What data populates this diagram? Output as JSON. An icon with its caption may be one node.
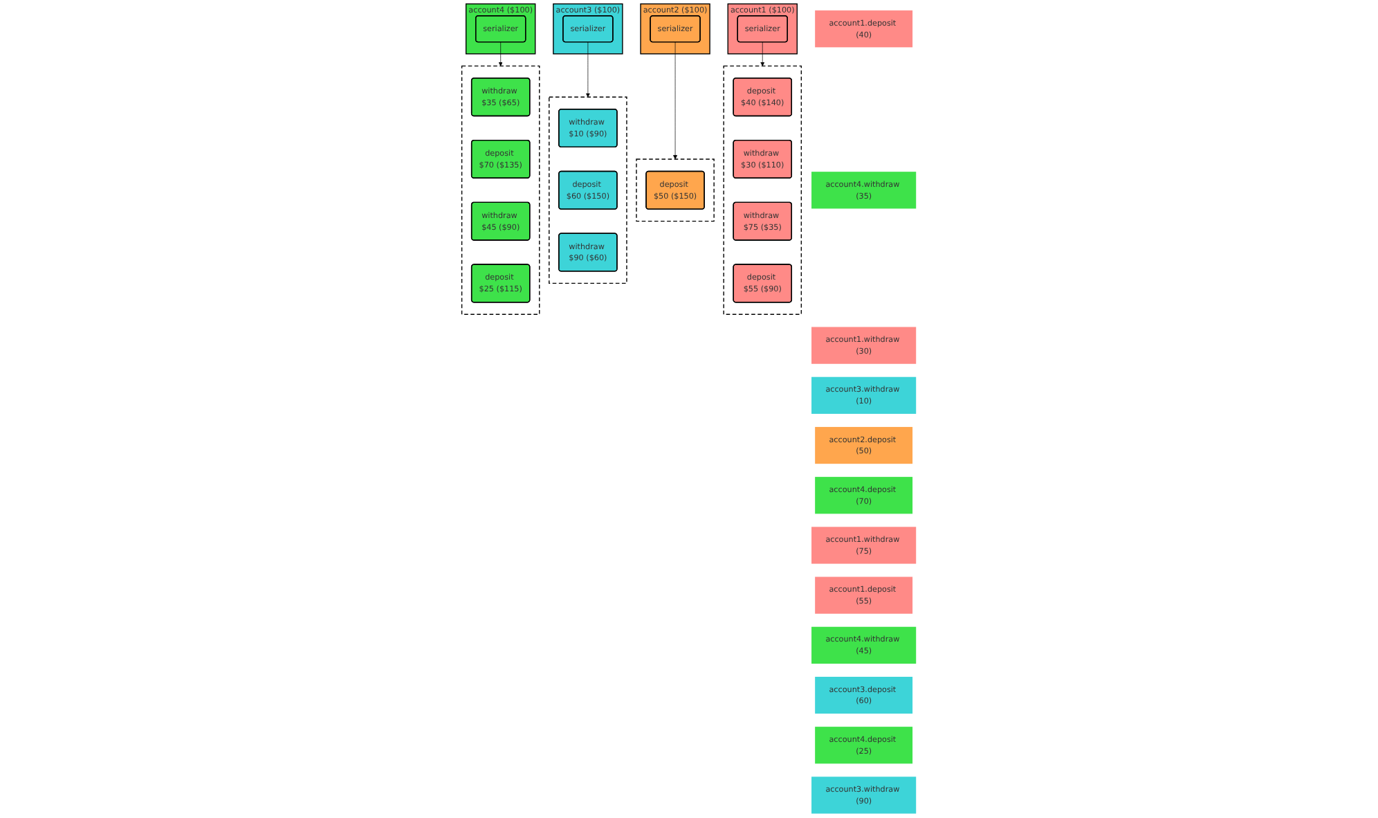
{
  "diagram": {
    "nodes": [
      {
        "text": [
          "account1.deposit (40)"
        ]
      },
      {
        "text": [
          "account4.withdraw (35)"
        ]
      },
      {
        "text": [
          "account1.withdraw (30)"
        ]
      },
      {
        "text": [
          "account3.withdraw (10)"
        ]
      },
      {
        "text": [
          "account2.deposit (50)"
        ]
      },
      {
        "text": [
          "account4.deposit (70)"
        ]
      },
      {
        "text": [
          "account1.withdraw (75)"
        ]
      },
      {
        "text": [
          "account1.deposit (55)"
        ]
      },
      {
        "text": [
          "account4.withdraw (45)"
        ]
      },
      {
        "text": [
          "account3.deposit (60)"
        ]
      },
      {
        "text": [
          "account4.deposit (25)"
        ]
      },
      {
        "text": [
          "account3.withdraw (90)"
        ]
      },
      {
        "text": [
          "account1 ($100)"
        ]
      },
      {
        "text": [
          "serializer"
        ],
        "in": 12
      },
      {
        "text": [],
        "shape": "box"
      },
      {
        "text": [
          "deposit $40 ($140)"
        ],
        "in": 14
      },
      {
        "text": [
          "withdraw $30 ($110)"
        ],
        "in": 14
      },
      {
        "text": [
          "withdraw $75 ($35)"
        ],
        "in": 14
      },
      {
        "text": [
          "deposit $55 ($90)"
        ],
        "in": 14
      },
      {
        "text": [
          "account2 ($100)"
        ]
      },
      {
        "text": [
          "serializer"
        ],
        "in": 19
      },
      {
        "text": [],
        "shape": "box"
      },
      {
        "text": [
          "deposit $50 ($150)"
        ],
        "in": 21
      },
      {
        "text": [
          "account3 ($100)"
        ]
      },
      {
        "text": [
          "serializer"
        ],
        "in": 23
      },
      {
        "text": [],
        "shape": "box"
      },
      {
        "text": [
          "withdraw $10 ($90)"
        ],
        "in": 25
      },
      {
        "text": [
          "deposit $60 ($150)"
        ],
        "in": 25
      },
      {
        "text": [
          "withdraw $90 ($60)"
        ],
        "in": 25
      },
      {
        "text": [
          "account4 ($100)"
        ]
      },
      {
        "text": [
          "serializer"
        ],
        "in": 29
      },
      {
        "text": [],
        "shape": "box"
      },
      {
        "text": [
          "withdraw $35 ($65)"
        ],
        "in": 31
      },
      {
        "text": [
          "deposit $70 ($135)"
        ],
        "in": 31
      },
      {
        "text": [
          "withdraw $45 ($90)"
        ],
        "in": 31
      },
      {
        "text": [
          "deposit $25 ($115)"
        ],
        "in": 31
      }
    ],
    "edges": [
      {
        "from": 13,
        "to": 14,
        "arrow": "to"
      },
      {
        "from": 20,
        "to": 21,
        "arrow": "to"
      },
      {
        "from": 24,
        "to": 25,
        "arrow": "to"
      },
      {
        "from": 30,
        "to": 31,
        "arrow": "to"
      }
    ]
  }
}
